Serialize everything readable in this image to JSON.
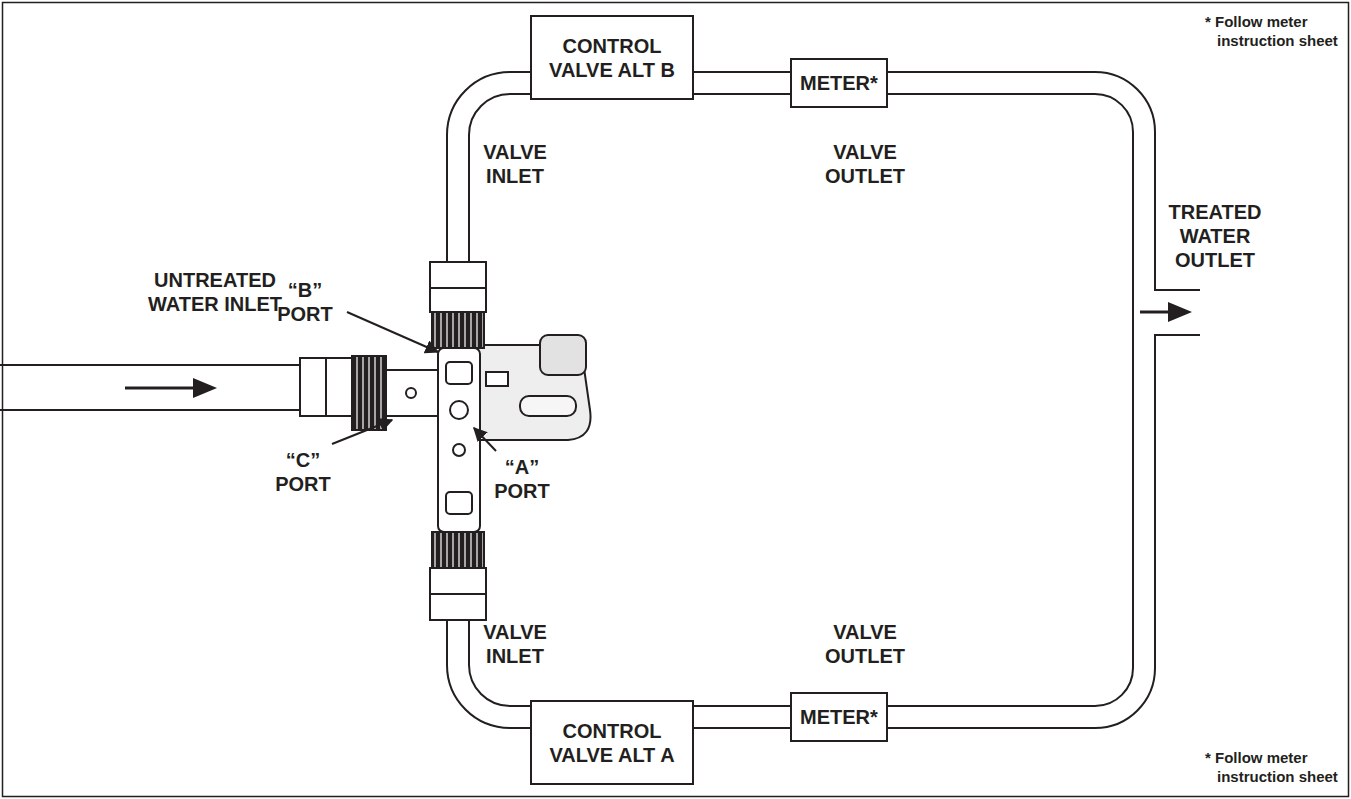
{
  "diagram": {
    "nodes": [
      {
        "text": [
          "CONTROL VALVE ALT B"
        ]
      },
      {
        "text": [
          "METER*"
        ]
      },
      {
        "text": [
          "CONTROL VALVE ALT A"
        ]
      },
      {
        "text": [
          "METER*"
        ]
      }
    ],
    "edges": [
      {
        "from": 0,
        "to": 1,
        "arrow": "none"
      },
      {
        "from": 2,
        "to": 3,
        "arrow": "none"
      }
    ],
    "labels": [
      "* Follow meter instruction sheet",
      "VALVE INLET",
      "VALVE OUTLET",
      "UNTREATED WATER INLET",
      "“B” PORT",
      "TREATED WATER OUTLET",
      "“C” PORT",
      "“A” PORT",
      "VALVE INLET",
      "VALVE OUTLET",
      "* Follow meter instruction sheet"
    ]
  }
}
